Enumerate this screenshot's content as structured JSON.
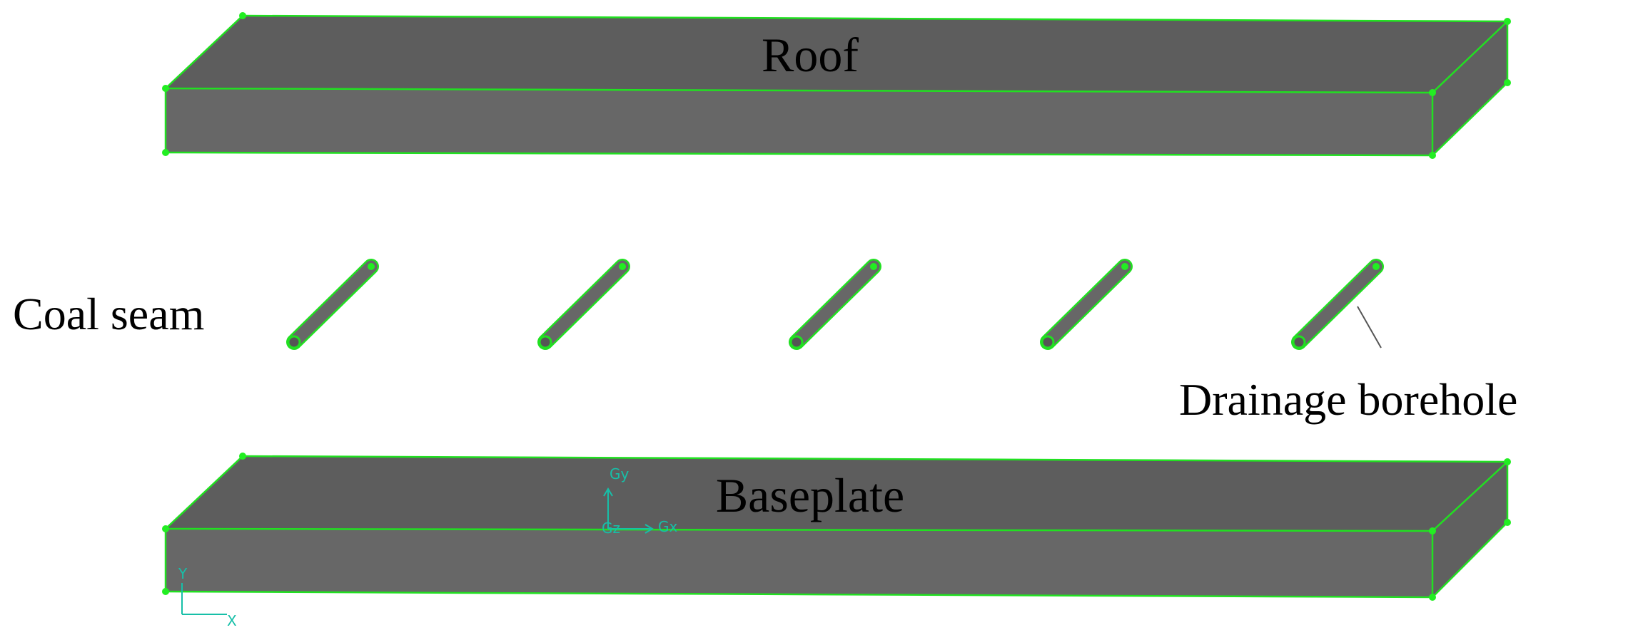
{
  "labels": {
    "roof": "Roof",
    "coal_seam": "Coal seam",
    "drainage_borehole": "Drainage borehole",
    "baseplate": "Baseplate"
  },
  "axes": {
    "global_y": "Gy",
    "global_z": "Gz",
    "global_x": "Gx",
    "local_y": "Y",
    "local_x": "X"
  },
  "boreholes": {
    "count": 5
  },
  "colors": {
    "block_front": "#676767",
    "block_top": "#5d5d5d",
    "block_side": "#606060",
    "edge": "#21e021",
    "vertex": "#22ee22",
    "axis": "#17bfa8",
    "leader": "#555555"
  }
}
